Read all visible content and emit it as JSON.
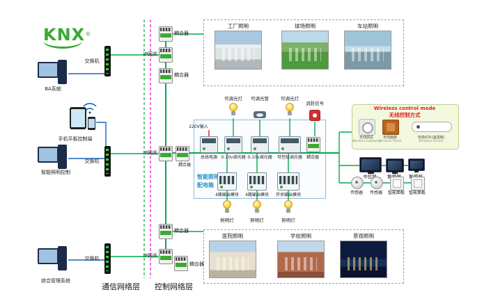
{
  "logo": {
    "text": "KNX",
    "reg": "®"
  },
  "left_items": [
    {
      "label": "BA系统"
    },
    {
      "label": "手机平板控制端"
    },
    {
      "label": "智能照明控制"
    },
    {
      "label": "综合管理系统"
    }
  ],
  "network": {
    "switch1": "交换机",
    "switch2": "交换机",
    "switch3": "交换机",
    "comm_layer": "通信网络层",
    "ctrl_layer": "控制网络层"
  },
  "bus": {
    "coupler_top": "耦合器",
    "gateway1": "IP网关",
    "coupler2": "耦合器",
    "gateway2": "IP网关",
    "coupler_mid": "耦合器",
    "coupler_bottom": "耦合器",
    "gateway3": "IP网关",
    "coupler_bottom2": "耦合器"
  },
  "top_box": {
    "photos": [
      {
        "label": "工厂照明"
      },
      {
        "label": "球场照明"
      },
      {
        "label": "车站照明"
      }
    ]
  },
  "bottom_box": {
    "photos": [
      {
        "label": "医院照明"
      },
      {
        "label": "学校照明"
      },
      {
        "label": "景观照明"
      }
    ]
  },
  "cabinet": {
    "title_line1": "智能照明",
    "title_line2": "配电箱",
    "input_label": "220V输入",
    "row1": [
      {
        "label": "总线电源"
      },
      {
        "label": "0-10v调光器"
      },
      {
        "label": "0-10v调光器"
      },
      {
        "label": "可控硅调光器"
      },
      {
        "label": "耦合器"
      }
    ],
    "row2": [
      {
        "label": "4路输出模块"
      },
      {
        "label": "4路输出模块"
      },
      {
        "label": "开关输出模块"
      }
    ],
    "loads_top": [
      {
        "label": "可调光灯"
      },
      {
        "label": "可调光管"
      },
      {
        "label": "可调光灯"
      },
      {
        "label": "消防信号"
      }
    ],
    "loads_bottom": [
      {
        "label": "照明灯"
      },
      {
        "label": "照明灯"
      },
      {
        "label": "照明灯"
      }
    ]
  },
  "wireless": {
    "title_en": "Wireless control mode",
    "title_zh": "无线控制方式",
    "devices": [
      {
        "zh": "无线网关",
        "en": "Wireless Gateway"
      },
      {
        "zh": "无线面板",
        "en": "Wireless Panel"
      },
      {
        "zh": "无线红外(温湿度)",
        "en": "Wireless Sensor"
      }
    ]
  },
  "right": {
    "screens": [
      {
        "label": "中控屏"
      },
      {
        "label": "触摸屏"
      },
      {
        "label": "触摸屏"
      }
    ],
    "devices": [
      {
        "label": "传感器"
      },
      {
        "label": "传感器"
      },
      {
        "label": "智能面板"
      },
      {
        "label": "智能面板"
      }
    ]
  },
  "colors": {
    "bus_green": "#00a94f",
    "line_blue": "#1565c0",
    "dashed_magenta": "#ff00cc",
    "dashed_green": "#00a94f",
    "alarm_red": "#d32f2f",
    "brand_green": "#3aaa35"
  }
}
